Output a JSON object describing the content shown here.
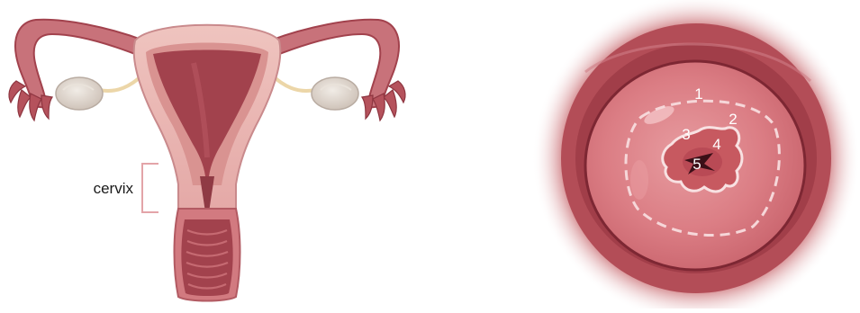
{
  "uterus_diagram": {
    "label": "cervix"
  },
  "cervix_view": {
    "zones": [
      "1",
      "2",
      "3",
      "4",
      "5"
    ]
  },
  "colors": {
    "tissue_dark": "#a2424d",
    "tissue_mid": "#c8727a",
    "tissue_light": "#e9b7b3",
    "ovary": "#dcd3cb",
    "bracket": "#e3a4a8"
  }
}
